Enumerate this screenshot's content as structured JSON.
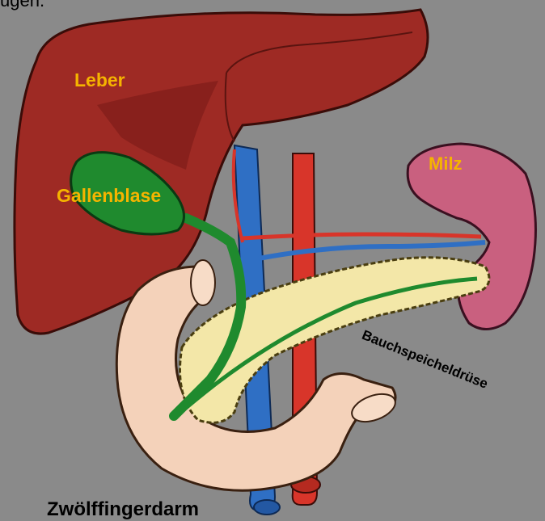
{
  "caption_fragment": "ugen.",
  "labels": {
    "liver": "Leber",
    "gallbladder": "Gallenblase",
    "spleen": "Milz",
    "pancreas": "Bauchspeicheldrüse",
    "duodenum": "Zwölffingerdarm"
  },
  "colors": {
    "background": "#8a8a8a",
    "liver": "#9e2a24",
    "liver_dark": "#7a1b17",
    "gallbladder": "#1f8a2e",
    "spleen": "#c9607f",
    "pancreas": "#f3e7a8",
    "duodenum": "#f4d2ba",
    "artery": "#d8352a",
    "vein": "#2f6fc4",
    "label_yellow": "#f5b400",
    "label_dark": "#000000"
  }
}
